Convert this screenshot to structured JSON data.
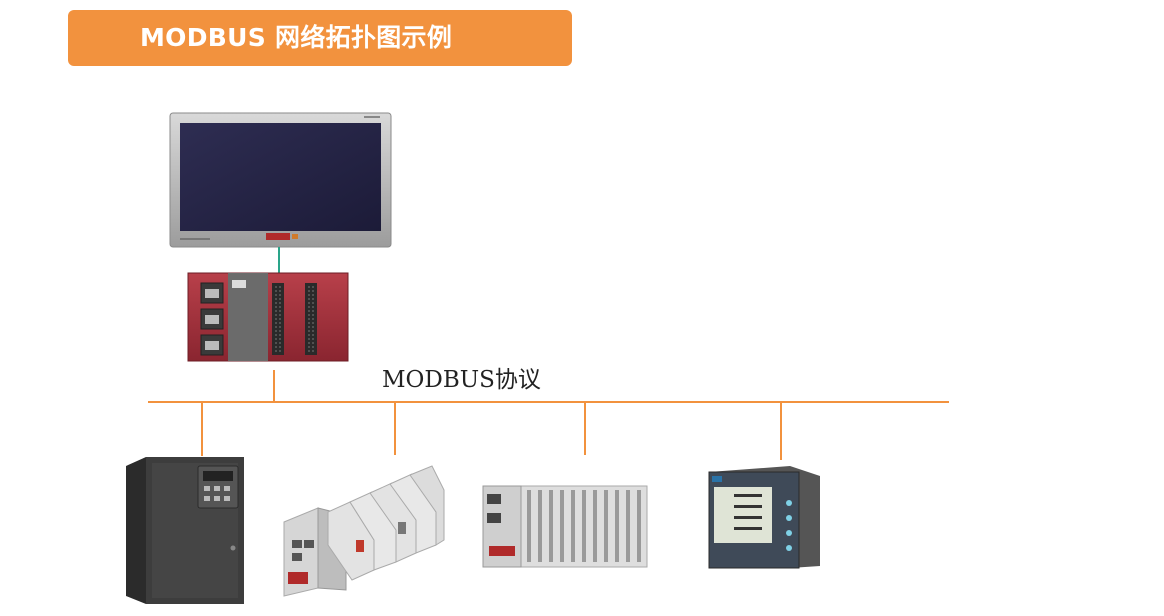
{
  "header": {
    "title": "MODBUS 网络拓扑图示例"
  },
  "bus": {
    "label": "MODBUS协议"
  },
  "colors": {
    "accent": "#F2923E",
    "hmi_link": "#2AA58A",
    "plc_red": "#A8323C"
  },
  "devices": [
    {
      "name": "hmi-touch-screen",
      "icon": "touchscreen-icon"
    },
    {
      "name": "plc-controller",
      "icon": "plc-icon"
    },
    {
      "name": "frequency-inverter",
      "icon": "inverter-icon"
    },
    {
      "name": "io-coupler-modules",
      "icon": "io-module-icon"
    },
    {
      "name": "remote-io-rack",
      "icon": "io-rack-icon"
    },
    {
      "name": "power-meter",
      "icon": "meter-icon"
    }
  ]
}
